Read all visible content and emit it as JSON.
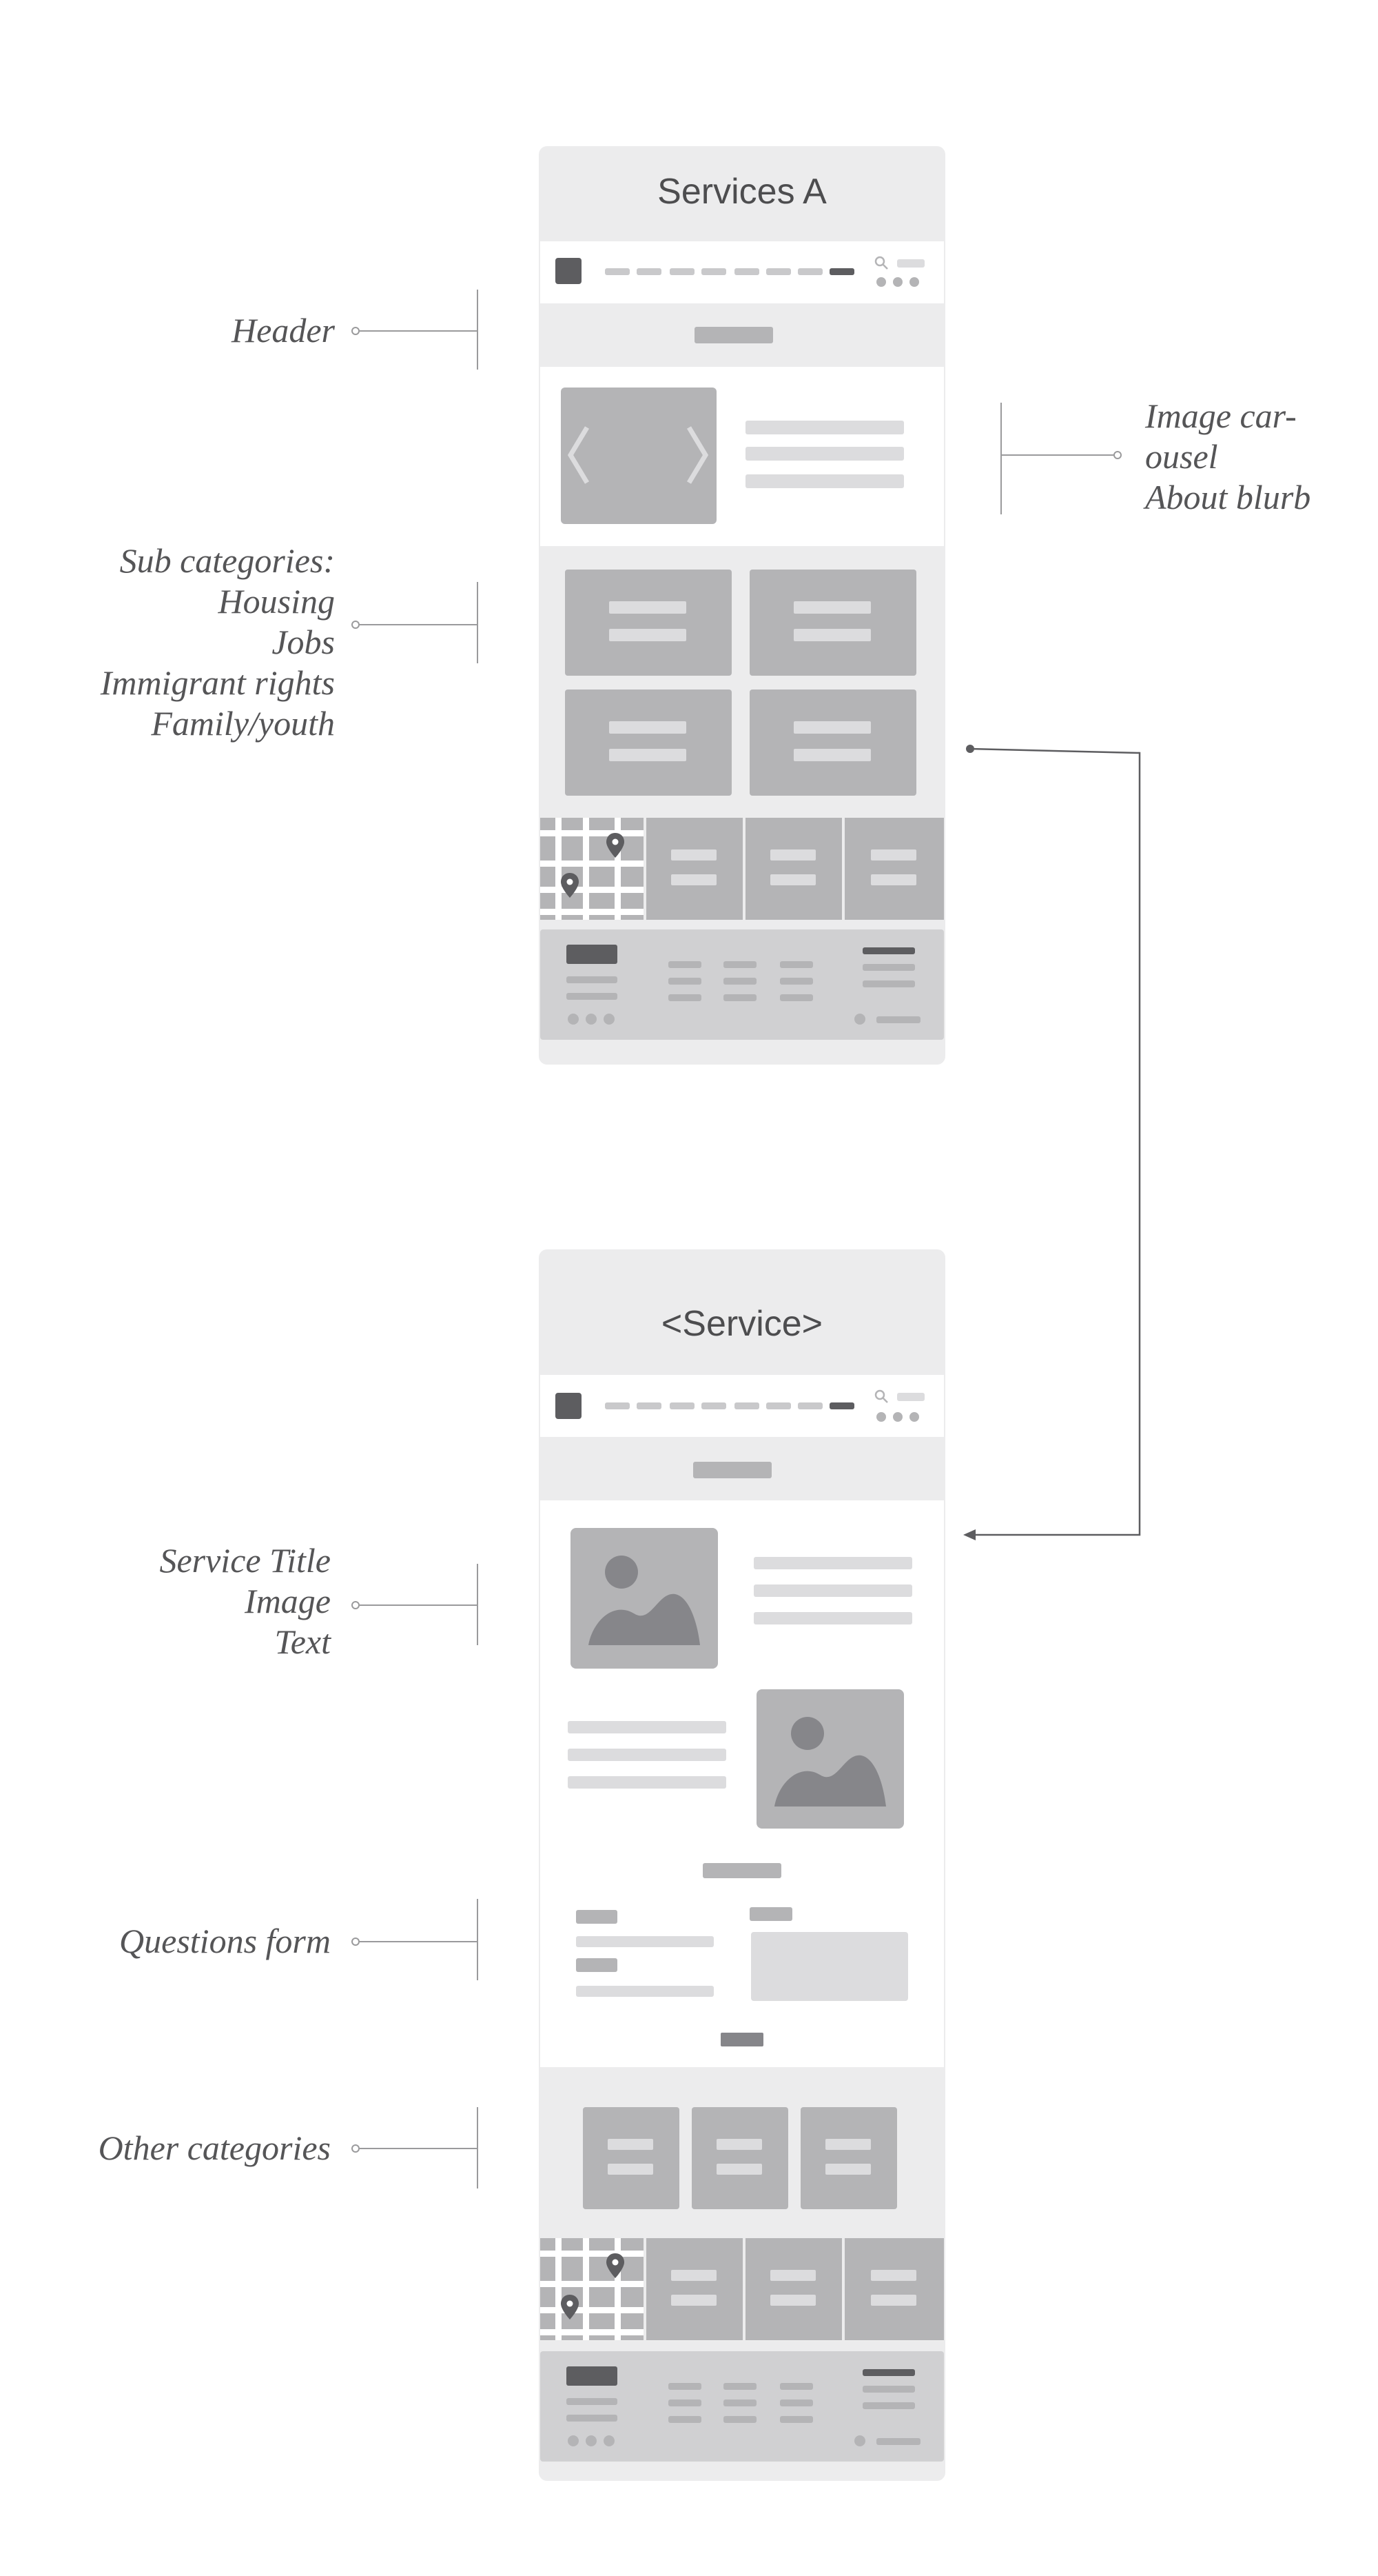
{
  "screens": {
    "services_title": "Services A",
    "service_title": "<Service>"
  },
  "annotations": {
    "header": "Header",
    "carousel": "Image car-\nousel\nAbout blurb",
    "subcategories": "Sub categories:\nHousing\nJobs\nImmigrant rights\nFamily/youth",
    "service_detail": "Service Title\nImage\nText",
    "questions": "Questions form",
    "other": "Other categories"
  },
  "colors": {
    "screen_bg": "#ececed",
    "block_gray": "#b4b4b6",
    "dark_gray": "#5d5d60",
    "text": "#555557"
  },
  "icons": [
    "search-icon",
    "chevron-left-icon",
    "chevron-right-icon",
    "map-pin-icon",
    "image-placeholder-icon",
    "logo-square"
  ]
}
